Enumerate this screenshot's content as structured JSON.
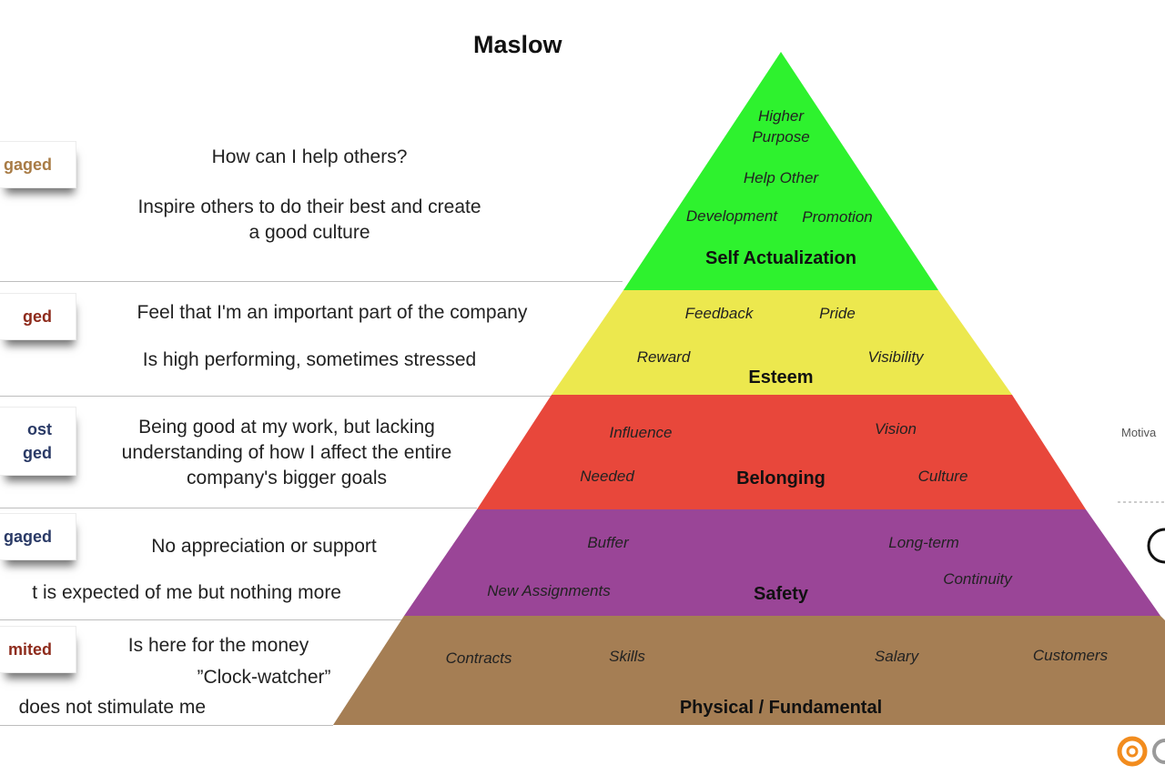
{
  "title": "Maslow",
  "rows": [
    {
      "tag": [
        "gaged"
      ],
      "tag_color": "#a87b45",
      "lines": [
        "How can I help others?",
        "Inspire others to do their best and create",
        "a good culture"
      ]
    },
    {
      "tag": [
        "ged"
      ],
      "tag_color": "#8e2b1c",
      "lines": [
        "Feel that I'm an important part of the company",
        "Is high performing, sometimes stressed"
      ]
    },
    {
      "tag": [
        "ost",
        "ged"
      ],
      "tag_color": "#2a3a66",
      "lines": [
        "Being good at my work, but lacking",
        "understanding of how I affect the entire",
        "company's bigger goals"
      ]
    },
    {
      "tag": [
        "gaged"
      ],
      "tag_color": "#2a3a66",
      "lines": [
        "No appreciation or support",
        "t is expected of me but nothing more"
      ]
    },
    {
      "tag": [
        "mited"
      ],
      "tag_color": "#8e2b1c",
      "lines": [
        "Is here for the money",
        "”Clock-watcher”",
        "does not stimulate me"
      ]
    }
  ],
  "pyramid": {
    "levels": [
      {
        "name": "Self Actualization",
        "color": "#2ef22e",
        "items": [
          "Higher",
          "Purpose",
          "Help Other",
          "Development",
          "Promotion"
        ]
      },
      {
        "name": "Esteem",
        "color": "#ece84e",
        "items": [
          "Feedback",
          "Pride",
          "Reward",
          "Visibility"
        ]
      },
      {
        "name": "Belonging",
        "color": "#e8473b",
        "items": [
          "Influence",
          "Vision",
          "Needed",
          "Culture"
        ]
      },
      {
        "name": "Safety",
        "color": "#9a4597",
        "items": [
          "Buffer",
          "Long-term",
          "New Assignments",
          "Continuity"
        ]
      },
      {
        "name": "Physical / Fundamental",
        "color": "#a57e54",
        "items": [
          "Contracts",
          "Skills",
          "Salary",
          "Customers"
        ]
      }
    ]
  },
  "side_label": "Motiva",
  "brand_color": "#f28c1e"
}
